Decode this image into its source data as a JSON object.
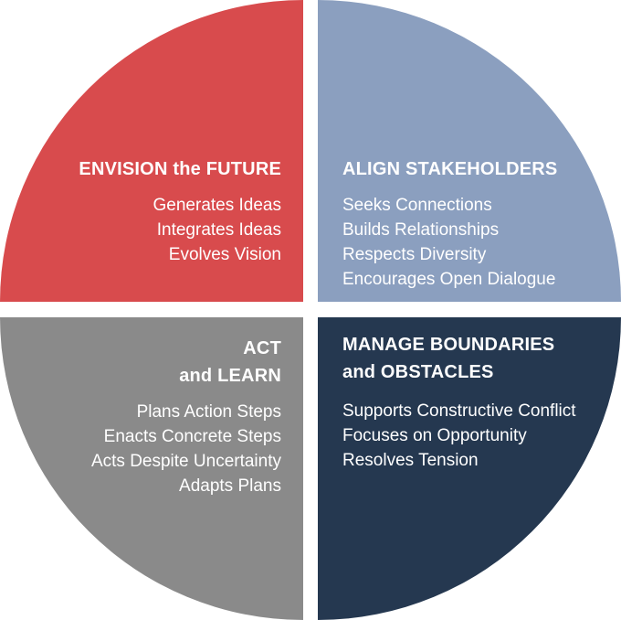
{
  "diagram": {
    "type": "quadrant-circle-leadership-model",
    "background": "#ffffff",
    "text_color": "#ffffff",
    "quadrants": {
      "envision": {
        "color": "#d84b4d",
        "title_line1": "ENVISION the FUTURE",
        "items": [
          "Generates Ideas",
          "Integrates Ideas",
          "Evolves Vision"
        ]
      },
      "align": {
        "color": "#8b9fbf",
        "title_line1": "ALIGN STAKEHOLDERS",
        "items": [
          "Seeks Connections",
          "Builds Relationships",
          "Respects Diversity",
          "Encourages Open Dialogue"
        ]
      },
      "act": {
        "color": "#8a8a8a",
        "title_line1": "ACT",
        "title_line2": "and LEARN",
        "items": [
          "Plans Action Steps",
          "Enacts Concrete Steps",
          "Acts Despite Uncertainty",
          "Adapts Plans"
        ]
      },
      "manage": {
        "color": "#253850",
        "title_line1": "MANAGE BOUNDARIES",
        "title_line2": "and OBSTACLES",
        "items": [
          "Supports Constructive Conflict",
          "Focuses on Opportunity",
          "Resolves Tension"
        ]
      }
    }
  }
}
